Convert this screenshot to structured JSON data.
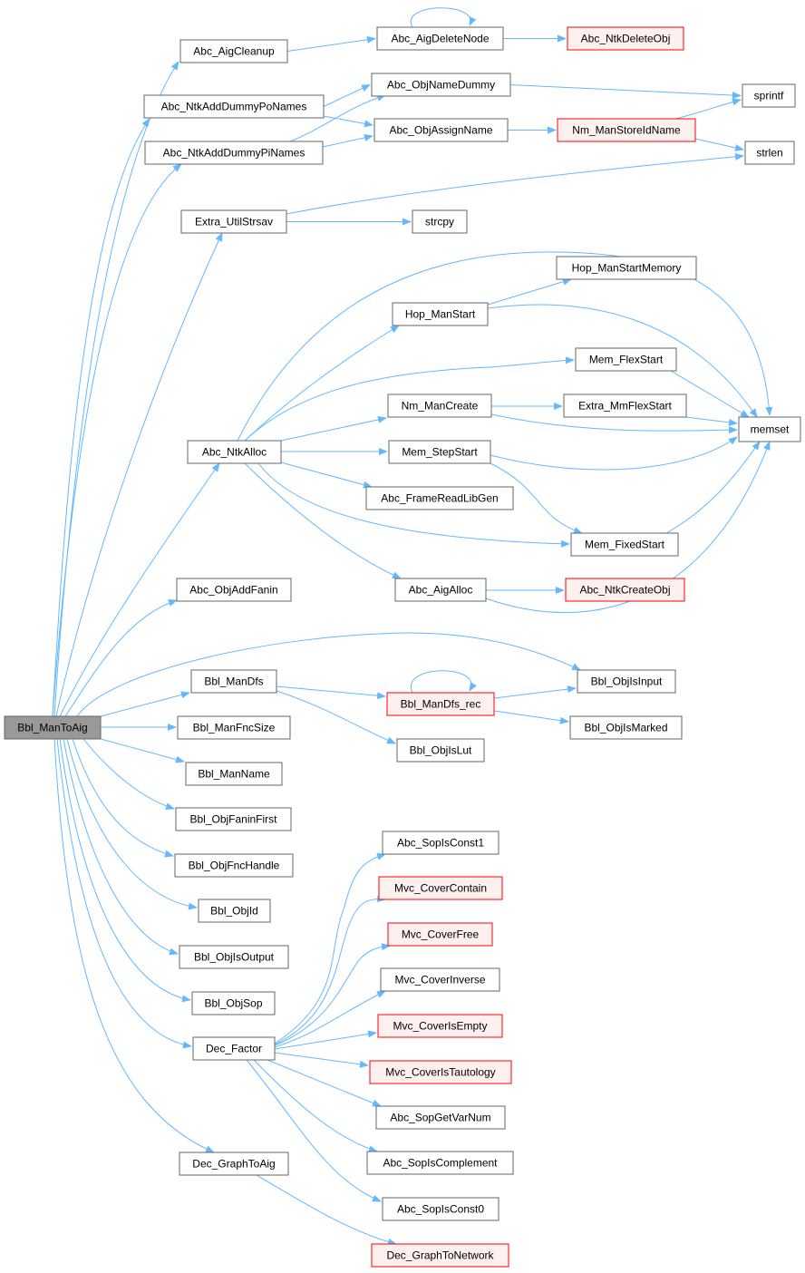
{
  "colors": {
    "edge": "#63b8ff",
    "node_border": "#666666",
    "node_fill": "#ffffff",
    "root_fill": "#999999",
    "truncated_border": "#ff0000",
    "truncated_fill": "#fff0f0"
  },
  "nodes": [
    {
      "id": "root",
      "label": "Bbl_ManToAig",
      "kind": "root"
    },
    {
      "id": "aigcleanup",
      "label": "Abc_AigCleanup",
      "kind": "normal"
    },
    {
      "id": "aigdeletenode",
      "label": "Abc_AigDeleteNode",
      "kind": "normal"
    },
    {
      "id": "ntkdeleteobj",
      "label": "Abc_NtkDeleteObj",
      "kind": "truncated"
    },
    {
      "id": "addpo",
      "label": "Abc_NtkAddDummyPoNames",
      "kind": "normal"
    },
    {
      "id": "addpi",
      "label": "Abc_NtkAddDummyPiNames",
      "kind": "normal"
    },
    {
      "id": "objnamedummy",
      "label": "Abc_ObjNameDummy",
      "kind": "normal"
    },
    {
      "id": "objassignname",
      "label": "Abc_ObjAssignName",
      "kind": "normal"
    },
    {
      "id": "nmstoreid",
      "label": "Nm_ManStoreIdName",
      "kind": "truncated"
    },
    {
      "id": "sprintf",
      "label": "sprintf",
      "kind": "normal"
    },
    {
      "id": "strlen",
      "label": "strlen",
      "kind": "normal"
    },
    {
      "id": "strsav",
      "label": "Extra_UtilStrsav",
      "kind": "normal"
    },
    {
      "id": "strcpy",
      "label": "strcpy",
      "kind": "normal"
    },
    {
      "id": "hopstartmem",
      "label": "Hop_ManStartMemory",
      "kind": "normal"
    },
    {
      "id": "hopstart",
      "label": "Hop_ManStart",
      "kind": "normal"
    },
    {
      "id": "flexstart",
      "label": "Mem_FlexStart",
      "kind": "normal"
    },
    {
      "id": "nmcreate",
      "label": "Nm_ManCreate",
      "kind": "normal"
    },
    {
      "id": "mmflex",
      "label": "Extra_MmFlexStart",
      "kind": "normal"
    },
    {
      "id": "memset",
      "label": "memset",
      "kind": "normal"
    },
    {
      "id": "ntkalloc",
      "label": "Abc_NtkAlloc",
      "kind": "normal"
    },
    {
      "id": "stepstart",
      "label": "Mem_StepStart",
      "kind": "normal"
    },
    {
      "id": "framelib",
      "label": "Abc_FrameReadLibGen",
      "kind": "normal"
    },
    {
      "id": "fixedstart",
      "label": "Mem_FixedStart",
      "kind": "normal"
    },
    {
      "id": "aigalloc",
      "label": "Abc_AigAlloc",
      "kind": "normal"
    },
    {
      "id": "ntkcreateobj",
      "label": "Abc_NtkCreateObj",
      "kind": "truncated"
    },
    {
      "id": "addfanin",
      "label": "Abc_ObjAddFanin",
      "kind": "normal"
    },
    {
      "id": "objisinput",
      "label": "Bbl_ObjIsInput",
      "kind": "normal"
    },
    {
      "id": "mandfs",
      "label": "Bbl_ManDfs",
      "kind": "normal"
    },
    {
      "id": "mandfsrec",
      "label": "Bbl_ManDfs_rec",
      "kind": "truncated"
    },
    {
      "id": "objismarked",
      "label": "Bbl_ObjIsMarked",
      "kind": "normal"
    },
    {
      "id": "objislut",
      "label": "Bbl_ObjIsLut",
      "kind": "normal"
    },
    {
      "id": "fncsize",
      "label": "Bbl_ManFncSize",
      "kind": "normal"
    },
    {
      "id": "manname",
      "label": "Bbl_ManName",
      "kind": "normal"
    },
    {
      "id": "faninfirst",
      "label": "Bbl_ObjFaninFirst",
      "kind": "normal"
    },
    {
      "id": "fnchandle",
      "label": "Bbl_ObjFncHandle",
      "kind": "normal"
    },
    {
      "id": "objid",
      "label": "Bbl_ObjId",
      "kind": "normal"
    },
    {
      "id": "isoutput",
      "label": "Bbl_ObjIsOutput",
      "kind": "normal"
    },
    {
      "id": "objsop",
      "label": "Bbl_ObjSop",
      "kind": "normal"
    },
    {
      "id": "decfactor",
      "label": "Dec_Factor",
      "kind": "normal"
    },
    {
      "id": "sopconst1",
      "label": "Abc_SopIsConst1",
      "kind": "normal"
    },
    {
      "id": "covercontain",
      "label": "Mvc_CoverContain",
      "kind": "truncated"
    },
    {
      "id": "coverfree",
      "label": "Mvc_CoverFree",
      "kind": "truncated"
    },
    {
      "id": "coverinverse",
      "label": "Mvc_CoverInverse",
      "kind": "normal"
    },
    {
      "id": "coverempty",
      "label": "Mvc_CoverIsEmpty",
      "kind": "truncated"
    },
    {
      "id": "covertaut",
      "label": "Mvc_CoverIsTautology",
      "kind": "truncated"
    },
    {
      "id": "sopvarnum",
      "label": "Abc_SopGetVarNum",
      "kind": "normal"
    },
    {
      "id": "sopcompl",
      "label": "Abc_SopIsComplement",
      "kind": "normal"
    },
    {
      "id": "sopconst0",
      "label": "Abc_SopIsConst0",
      "kind": "normal"
    },
    {
      "id": "graphtoaig",
      "label": "Dec_GraphToAig",
      "kind": "normal"
    },
    {
      "id": "graphtonet",
      "label": "Dec_GraphToNetwork",
      "kind": "truncated"
    }
  ],
  "edges": [
    {
      "from": "root",
      "to": "aigcleanup"
    },
    {
      "from": "root",
      "to": "addpo"
    },
    {
      "from": "root",
      "to": "addpi"
    },
    {
      "from": "root",
      "to": "strsav"
    },
    {
      "from": "root",
      "to": "ntkalloc"
    },
    {
      "from": "root",
      "to": "addfanin"
    },
    {
      "from": "root",
      "to": "objisinput"
    },
    {
      "from": "root",
      "to": "mandfs"
    },
    {
      "from": "root",
      "to": "fncsize"
    },
    {
      "from": "root",
      "to": "manname"
    },
    {
      "from": "root",
      "to": "faninfirst"
    },
    {
      "from": "root",
      "to": "fnchandle"
    },
    {
      "from": "root",
      "to": "objid"
    },
    {
      "from": "root",
      "to": "isoutput"
    },
    {
      "from": "root",
      "to": "objsop"
    },
    {
      "from": "root",
      "to": "decfactor"
    },
    {
      "from": "root",
      "to": "graphtoaig"
    },
    {
      "from": "aigcleanup",
      "to": "aigdeletenode"
    },
    {
      "from": "aigdeletenode",
      "to": "aigdeletenode"
    },
    {
      "from": "aigdeletenode",
      "to": "ntkdeleteobj"
    },
    {
      "from": "addpo",
      "to": "objnamedummy"
    },
    {
      "from": "addpo",
      "to": "objassignname"
    },
    {
      "from": "addpi",
      "to": "objnamedummy"
    },
    {
      "from": "addpi",
      "to": "objassignname"
    },
    {
      "from": "objnamedummy",
      "to": "sprintf"
    },
    {
      "from": "objassignname",
      "to": "nmstoreid"
    },
    {
      "from": "nmstoreid",
      "to": "sprintf"
    },
    {
      "from": "nmstoreid",
      "to": "strlen"
    },
    {
      "from": "strsav",
      "to": "strlen"
    },
    {
      "from": "strsav",
      "to": "strcpy"
    },
    {
      "from": "ntkalloc",
      "to": "memset"
    },
    {
      "from": "ntkalloc",
      "to": "hopstart"
    },
    {
      "from": "ntkalloc",
      "to": "flexstart"
    },
    {
      "from": "ntkalloc",
      "to": "nmcreate"
    },
    {
      "from": "ntkalloc",
      "to": "stepstart"
    },
    {
      "from": "ntkalloc",
      "to": "framelib"
    },
    {
      "from": "ntkalloc",
      "to": "fixedstart"
    },
    {
      "from": "ntkalloc",
      "to": "aigalloc"
    },
    {
      "from": "hopstart",
      "to": "hopstartmem"
    },
    {
      "from": "hopstart",
      "to": "memset"
    },
    {
      "from": "flexstart",
      "to": "memset"
    },
    {
      "from": "nmcreate",
      "to": "mmflex"
    },
    {
      "from": "nmcreate",
      "to": "memset"
    },
    {
      "from": "mmflex",
      "to": "memset"
    },
    {
      "from": "stepstart",
      "to": "memset"
    },
    {
      "from": "stepstart",
      "to": "fixedstart"
    },
    {
      "from": "fixedstart",
      "to": "memset"
    },
    {
      "from": "aigalloc",
      "to": "ntkcreateobj"
    },
    {
      "from": "aigalloc",
      "to": "memset"
    },
    {
      "from": "mandfs",
      "to": "mandfsrec"
    },
    {
      "from": "mandfs",
      "to": "objislut"
    },
    {
      "from": "mandfsrec",
      "to": "mandfsrec"
    },
    {
      "from": "mandfsrec",
      "to": "objisinput"
    },
    {
      "from": "mandfsrec",
      "to": "objismarked"
    },
    {
      "from": "decfactor",
      "to": "sopconst1"
    },
    {
      "from": "decfactor",
      "to": "covercontain"
    },
    {
      "from": "decfactor",
      "to": "coverfree"
    },
    {
      "from": "decfactor",
      "to": "coverinverse"
    },
    {
      "from": "decfactor",
      "to": "coverempty"
    },
    {
      "from": "decfactor",
      "to": "covertaut"
    },
    {
      "from": "decfactor",
      "to": "sopvarnum"
    },
    {
      "from": "decfactor",
      "to": "sopcompl"
    },
    {
      "from": "decfactor",
      "to": "sopconst0"
    },
    {
      "from": "graphtoaig",
      "to": "graphtonet"
    }
  ]
}
